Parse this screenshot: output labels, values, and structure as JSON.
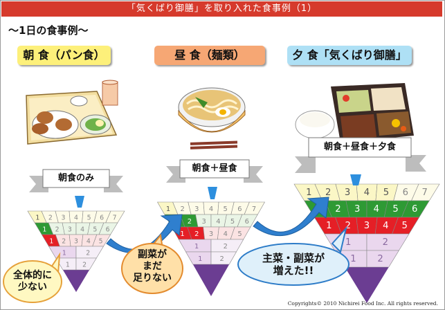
{
  "title": "「気くばり御膳」を取り入れた食事例（1）",
  "subtitle": "～1日の食事例～",
  "meals": {
    "breakfast": "朝 食（パン食）",
    "lunch": "昼 食（麺類）",
    "dinner": "夕 食「気くばり御膳」"
  },
  "ribbons": {
    "breakfast": "朝食のみ",
    "lunch": "朝食＋昼食",
    "dinner": "朝食＋昼食＋夕食"
  },
  "pyramid_rows": {
    "row1": [
      "1",
      "2",
      "3",
      "4",
      "5",
      "6",
      "7"
    ],
    "row2": [
      "1",
      "2",
      "3",
      "4",
      "5",
      "6"
    ],
    "row3": [
      "1",
      "2",
      "3",
      "4",
      "5"
    ],
    "row4": [
      "1",
      "2"
    ],
    "row5": [
      "1",
      "2"
    ]
  },
  "bubbles": {
    "breakfast": "全体的に\n少ない",
    "lunch": "副菜が\nまだ\n足りない",
    "dinner": "主菜・副菜が\n増えた!!"
  },
  "copyright": "Copyrights© 2010 Nichirei Food Inc. All rights reserved.",
  "colors": {
    "title_bg": "#d63a2c",
    "row1": "#fbf7c6",
    "row2": "#2e9a34",
    "row3": "#e51f26",
    "row4": "#ead7ee",
    "bottom": "#6b3d92"
  }
}
